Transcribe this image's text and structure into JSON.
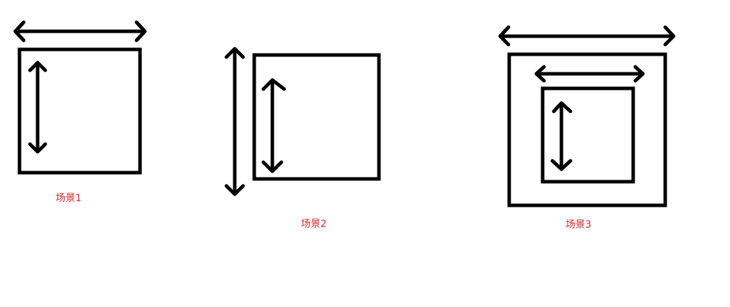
{
  "colors": {
    "background": "#ffffff",
    "stroke": "#000000",
    "caption": "#e0262a"
  },
  "scenes": [
    {
      "id": "scene-1",
      "label": "场景1"
    },
    {
      "id": "scene-2",
      "label": "场景2"
    },
    {
      "id": "scene-3",
      "label": "场景3"
    }
  ]
}
